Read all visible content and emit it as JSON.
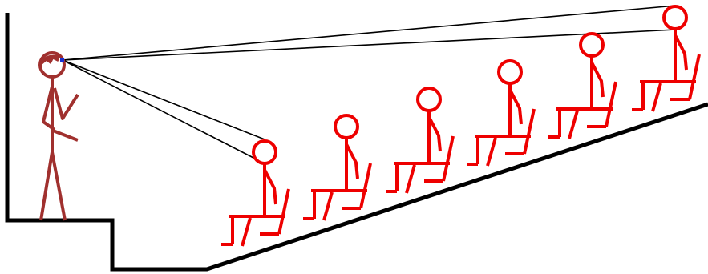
{
  "diagram": {
    "colors": {
      "background": "#ffffff",
      "floor": "#000000",
      "sightline": "#000000",
      "speaker": "#a0302e",
      "speaker_hair": "#a0302e",
      "speaker_eye": "#1a2fd0",
      "audience": "#ee0000"
    },
    "audience_count": 6,
    "elements": {
      "speaker": "stick-figure-speaker",
      "audience": "seated-stick-figures",
      "floor": "stage-and-raked-seating-floor",
      "sightlines": "sightline-lines"
    }
  }
}
